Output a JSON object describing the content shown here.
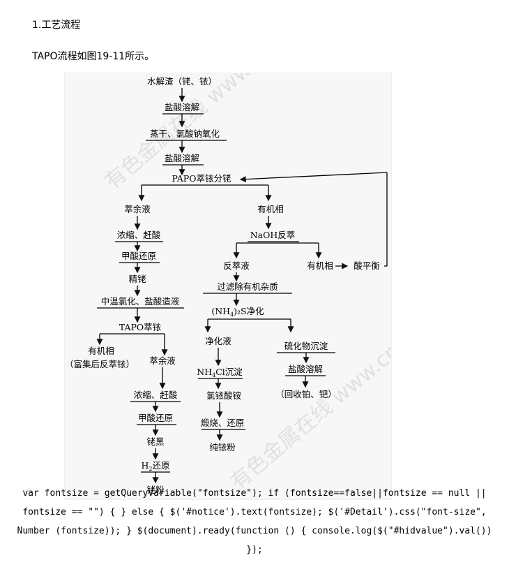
{
  "page": {
    "heading": "1.工艺流程",
    "intro": "TAPO流程如图19-11所示。",
    "code_text": "var fontsize = getQueryVariable(\"fontsize\"); if (fontsize==false||fontsize == null || fontsize == \"\") { } else { $('#notice').text(fontsize); $('#Detail').css(\"font-size\", Number (fontsize)); } $(document).ready(function () { console.log($(\"#hidvalue\").val()) });"
  },
  "flowchart": {
    "watermark": "有色金属在线 www.cnnmol.com",
    "nodes": {
      "n1": "水解渣（铑、铱）",
      "n2": "盐酸溶解",
      "n3": "蒸干、氯酸钠氧化",
      "n4": "盐酸溶解",
      "n5": "PAPO萃铱分铑",
      "n6": "萃余液",
      "n7": "浓缩、赶酸",
      "n8": "甲酸还原",
      "n9": "精铑",
      "n10": "中温氯化、盐酸造液",
      "n11": "TAPO萃铱",
      "n12a": "有机相",
      "n12b": "（富集后反萃铱）",
      "n13": "萃余液",
      "n14": "浓缩、赶酸",
      "n15": "甲酸还原",
      "n16": "铑黑",
      "n17_pre": "H",
      "n17_sub": "2",
      "n17_post": "还原",
      "n18": "铑粉",
      "r1": "有机相",
      "r2": "NaOH反萃",
      "r3": "反萃液",
      "r4": "有机相",
      "r5": "酸平衡",
      "r6": "过滤除有机杂质",
      "r7_pre": "(NH",
      "r7_sub": "4",
      "r7_post": ")₂S净化",
      "r8": "净化液",
      "r9": "硫化物沉淀",
      "r10_pre": "NH",
      "r10_sub": "4",
      "r10_post": "Cl沉淀",
      "r11": "盐酸溶解",
      "r12": "氯铱酸铵",
      "r13": "（回收铂、钯）",
      "r14": "煅烧、还原",
      "r15": "纯铱粉"
    }
  }
}
